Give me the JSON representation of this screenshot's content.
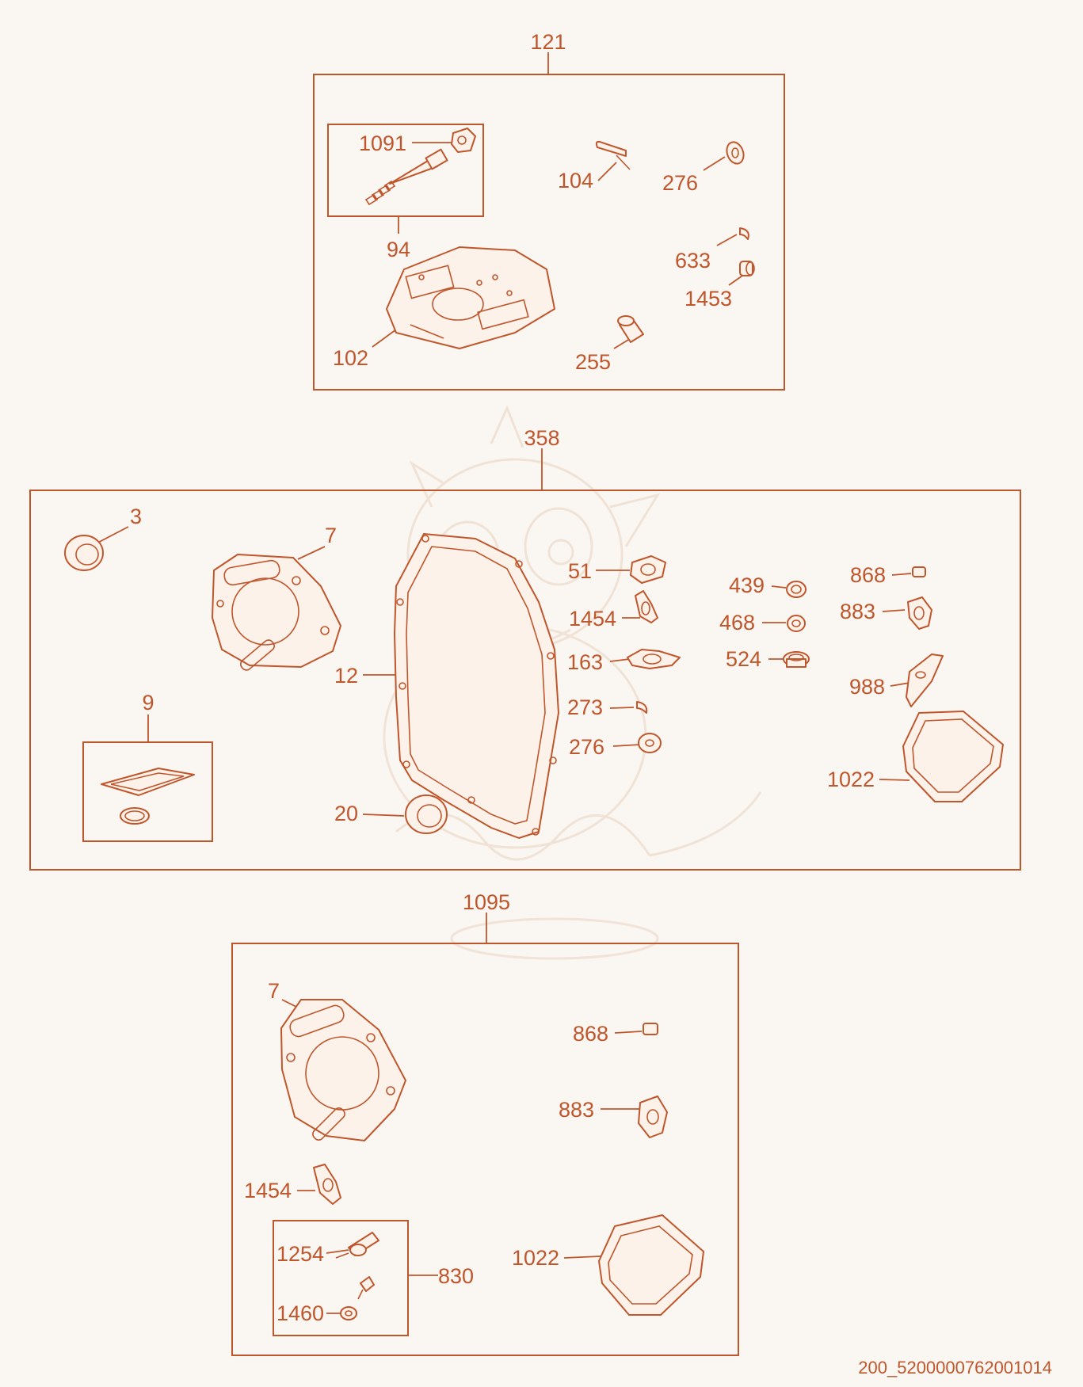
{
  "diagram": {
    "accent_color": "#c0562c",
    "background_color": "#faf6f1",
    "kits": [
      {
        "id": "121",
        "children": [
          "1091",
          "94",
          "104",
          "276",
          "633",
          "1453",
          "102",
          "255"
        ]
      },
      {
        "id": "358",
        "children": [
          "3",
          "7",
          "9",
          "12",
          "20",
          "51",
          "1454",
          "163",
          "273",
          "276",
          "439",
          "468",
          "524",
          "868",
          "883",
          "988",
          "1022"
        ]
      },
      {
        "id": "1095",
        "children": [
          "7",
          "868",
          "883",
          "1454",
          "830",
          "1022"
        ]
      }
    ],
    "sub_kits": [
      {
        "id": "94",
        "children": [
          "1091"
        ]
      },
      {
        "id": "9",
        "children": []
      },
      {
        "id": "830",
        "children": [
          "1254",
          "1460"
        ]
      }
    ],
    "labels": {
      "k121": "121",
      "p1091": "1091",
      "p94": "94",
      "p104": "104",
      "p276a": "276",
      "p633": "633",
      "p1453": "1453",
      "p102": "102",
      "p255": "255",
      "k358": "358",
      "p3": "3",
      "p7a": "7",
      "p9": "9",
      "p12": "12",
      "p20": "20",
      "p51": "51",
      "p1454a": "1454",
      "p163": "163",
      "p273": "273",
      "p276b": "276",
      "p439": "439",
      "p468": "468",
      "p524": "524",
      "p868a": "868",
      "p883a": "883",
      "p988": "988",
      "p1022a": "1022",
      "k1095": "1095",
      "p7b": "7",
      "p868b": "868",
      "p883b": "883",
      "p1454b": "1454",
      "p1254": "1254",
      "p1460": "1460",
      "p830": "830",
      "p1022b": "1022"
    },
    "drawing_code": "200_5200000762001014"
  }
}
